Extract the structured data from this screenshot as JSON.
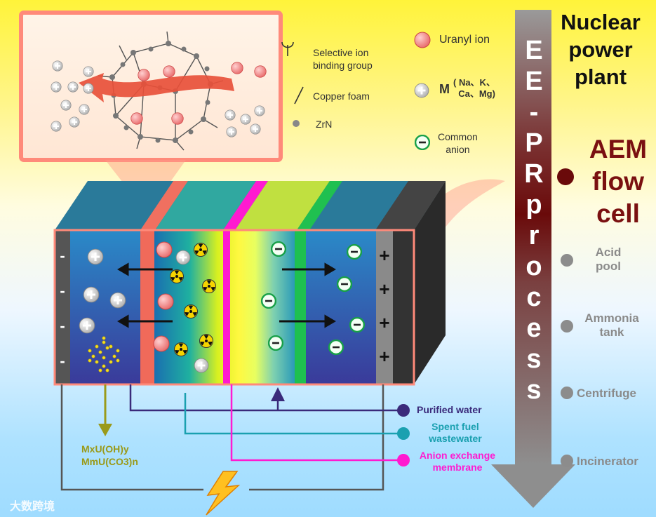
{
  "legend": {
    "selective_group": "Selective ion\nbinding group",
    "copper_foam": "Copper foam",
    "zrn": "ZrN",
    "uranyl": "Uranyl ion",
    "metal_ions": "M",
    "metal_ions_sub": "( Na、K、\n  Ca、Mg)",
    "common_anion": "Common\nanion"
  },
  "process_arrow": {
    "letters": [
      "E",
      "E",
      "-",
      "P",
      "R",
      "p",
      "r",
      "o",
      "c",
      "e",
      "s",
      "s"
    ]
  },
  "title": {
    "line1": "Nuclear",
    "line2": "power",
    "line3": "plant"
  },
  "current_stage": {
    "line1": "AEM",
    "line2": "flow",
    "line3": "cell"
  },
  "stages": [
    {
      "text": "Acid\npool"
    },
    {
      "text": "Ammonia\ntank"
    },
    {
      "text": "Centrifuge"
    },
    {
      "text": "Incinerator"
    }
  ],
  "connectors": {
    "purified_water": "Purified water",
    "spent_fuel": "Spent fuel\nwastewater",
    "membrane": "Anion exchange\nmembrane"
  },
  "product": {
    "line1": "MxU(OH)y",
    "line2": "MmU(CO3)n"
  },
  "electrode_signs": {
    "left": [
      "-",
      "-",
      "-",
      "-"
    ],
    "right": [
      "+",
      "+",
      "+",
      "+"
    ]
  },
  "watermark": "大数跨境",
  "colors": {
    "uranyl": "#f08a8a",
    "anion_ring": "#20b050",
    "purified": "#3a2a7a",
    "spent": "#1aa0b0",
    "membrane": "#ff1ad0",
    "aem_text": "#7a1010",
    "stage_grey": "#8c8c8c",
    "product": "#9a9a1a"
  }
}
